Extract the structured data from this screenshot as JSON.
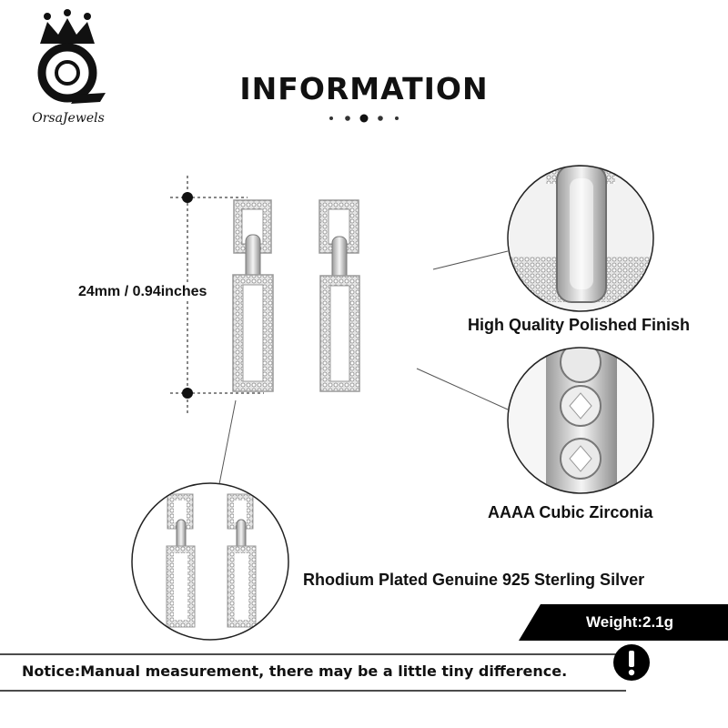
{
  "brand": {
    "name": "OrsaJewels",
    "logo_icon": "crown-o-logo-icon"
  },
  "header": {
    "title": "INFORMATION",
    "divider_icon": "dot-divider-icon"
  },
  "measurement": {
    "label": "24mm / 0.94inches"
  },
  "features": [
    {
      "label": "High Quality Polished Finish",
      "icon": "polished-link-closeup-icon"
    },
    {
      "label": "AAAA Cubic Zirconia",
      "icon": "zirconia-stones-closeup-icon"
    },
    {
      "label": "Rhodium Plated Genuine 925 Sterling Silver",
      "icon": "earrings-pair-closeup-icon"
    }
  ],
  "weight": {
    "label": "Weight:2.1g"
  },
  "notice": {
    "text": "Notice:Manual measurement, there may be a little tiny difference.",
    "icon": "exclamation-icon"
  },
  "colors": {
    "text": "#111111",
    "band": "#000000",
    "metal": "#c8c8c8",
    "background": "#ffffff"
  }
}
